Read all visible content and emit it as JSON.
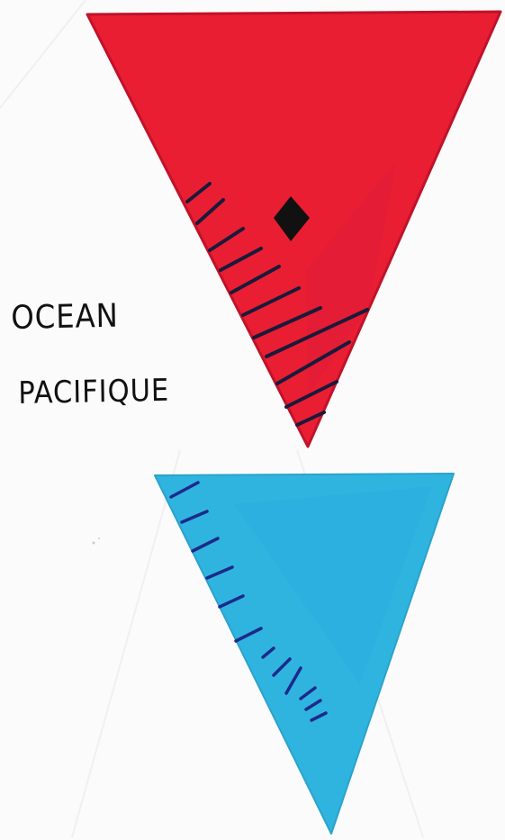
{
  "label": {
    "line1": "OCEAN",
    "line2": "PACIFIQUE"
  },
  "colors": {
    "paper": "#fbfbfb",
    "red_triangle": "#e91e33",
    "blue_triangle": "#2fb4e0",
    "hatch_marks": "#1a1a3a",
    "blue_hatch_marks": "#1d2a8a",
    "diamond": "#111111",
    "text": "#111111"
  },
  "shapes": [
    {
      "name": "red-triangle",
      "kind": "inverted-triangle",
      "color": "red_triangle"
    },
    {
      "name": "blue-triangle",
      "kind": "inverted-triangle",
      "color": "blue_triangle"
    },
    {
      "name": "diamond-marker",
      "kind": "diamond",
      "color": "diamond"
    }
  ]
}
